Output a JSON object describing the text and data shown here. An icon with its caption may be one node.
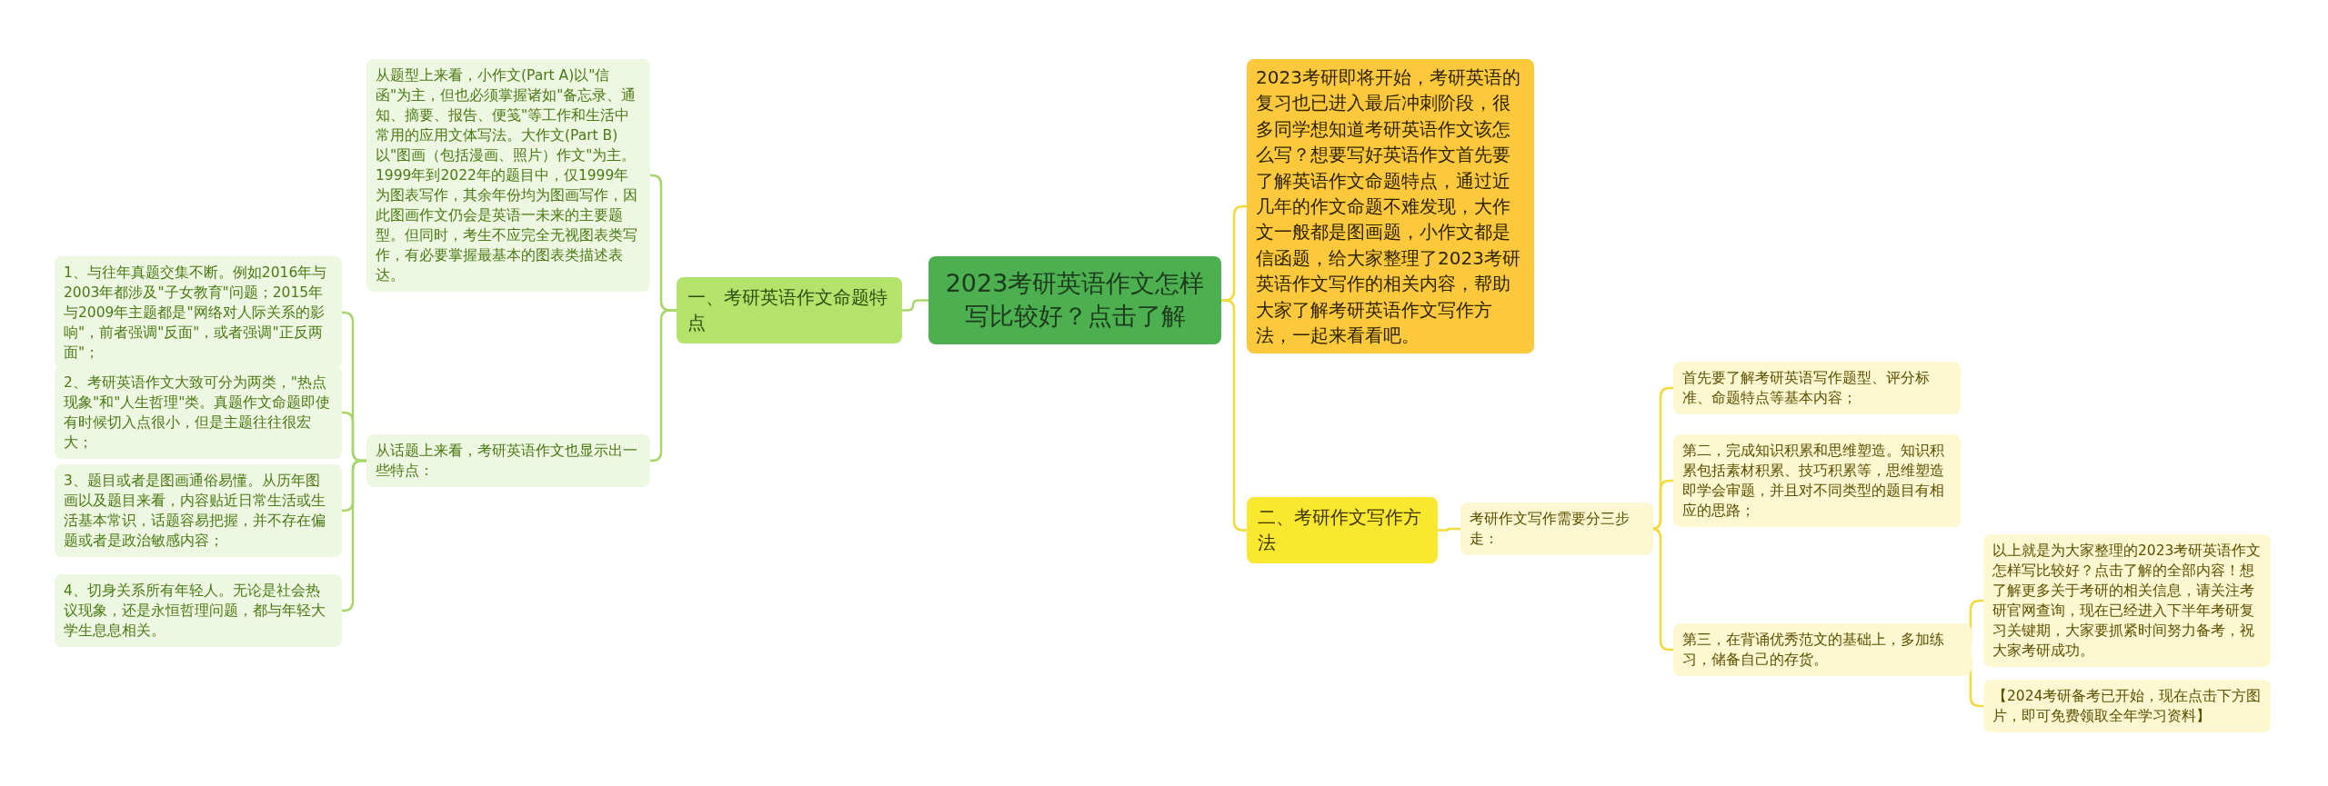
{
  "diagram": {
    "nodes": [
      {
        "text": [
          "2023考研英语作文怎样写比较好？点击了解"
        ]
      },
      {
        "text": [
          "2023考研即将开始，考研英语的复习也已进入最后冲刺阶段，很多同学想知道考研英语作文该怎么写？想要写好英语作文首先要了解英语作文命题特点，通过近几年的作文命题不难发现，大作文一般都是图画题，小作文都是信函题，给大家整理了2023考研英语作文写作的相关内容，帮助大家了解考研英语作文写作方法，一起来看看吧。"
        ]
      },
      {
        "text": [
          "一、考研英语作文命题特点"
        ]
      },
      {
        "text": [
          "从题型上来看，小作文(Part A)以\"信函\"为主，但也必须掌握诸如\"备忘录、通知、摘要、报告、便笺\"等工作和生活中常用的应用文体写法。大作文(Part B)以\"图画（包括漫画、照片）作文\"为主。1999年到2022年的题目中，仅1999年为图表写作，其余年份均为图画写作，因此图画作文仍会是英语一未来的主要题型。但同时，考生不应完全无视图表类写作，有必要掌握最基本的图表类描述表达。"
        ]
      },
      {
        "text": [
          "从话题上来看，考研英语作文也显示出一些特点："
        ]
      },
      {
        "text": [
          "1、与往年真题交集不断。例如2016年与2003年都涉及\"子女教育\"问题；2015年与2009年主题都是\"网络对人际关系的影响\"，前者强调\"反面\"，或者强调\"正反两面\"；"
        ]
      },
      {
        "text": [
          "2、考研英语作文大致可分为两类，\"热点现象\"和\"人生哲理\"类。真题作文命题即使有时候切入点很小，但是主题往往很宏大；"
        ]
      },
      {
        "text": [
          "3、题目或者是图画通俗易懂。从历年图画以及题目来看，内容贴近日常生活或生活基本常识，话题容易把握，并不存在偏题或者是政治敏感内容；"
        ]
      },
      {
        "text": [
          "4、切身关系所有年轻人。无论是社会热议现象，还是永恒哲理问题，都与年轻大学生息息相关。"
        ]
      },
      {
        "text": [
          "二、考研作文写作方法"
        ]
      },
      {
        "text": [
          "考研作文写作需要分三步走："
        ]
      },
      {
        "text": [
          "首先要了解考研英语写作题型、评分标准、命题特点等基本内容；"
        ]
      },
      {
        "text": [
          "第二，完成知识积累和思维塑造。知识积累包括素材积累、技巧积累等，思维塑造即学会审题，并且对不同类型的题目有相应的思路；"
        ]
      },
      {
        "text": [
          "第三，在背诵优秀范文的基础上，多加练习，储备自己的存货。"
        ]
      },
      {
        "text": [
          "以上就是为大家整理的2023考研英语作文怎样写比较好？点击了解的全部内容！想了解更多关于考研的相关信息，请关注考研官网查询，现在已经进入下半年考研复习关键期，大家要抓紧时间努力备考，祝大家考研成功。"
        ]
      },
      {
        "text": [
          "【2024考研备考已开始，现在点击下方图片，即可免费领取全年学习资料】"
        ]
      }
    ],
    "edges": [
      {
        "from": 0,
        "to": 1,
        "arrow": "none"
      },
      {
        "from": 0,
        "to": 2,
        "arrow": "none",
        "color": "#a8d66a"
      },
      {
        "from": 2,
        "to": 3,
        "arrow": "none",
        "color": "#a8d66a"
      },
      {
        "from": 2,
        "to": 4,
        "arrow": "none",
        "color": "#a8d66a"
      },
      {
        "from": 4,
        "to": 5,
        "arrow": "none",
        "color": "#a8d66a"
      },
      {
        "from": 4,
        "to": 6,
        "arrow": "none",
        "color": "#a8d66a"
      },
      {
        "from": 4,
        "to": 7,
        "arrow": "none",
        "color": "#a8d66a"
      },
      {
        "from": 4,
        "to": 8,
        "arrow": "none",
        "color": "#a8d66a"
      },
      {
        "from": 0,
        "to": 9,
        "arrow": "none"
      },
      {
        "from": 9,
        "to": 10,
        "arrow": "none"
      },
      {
        "from": 10,
        "to": 11,
        "arrow": "none"
      },
      {
        "from": 10,
        "to": 12,
        "arrow": "none"
      },
      {
        "from": 10,
        "to": 13,
        "arrow": "none"
      },
      {
        "from": 13,
        "to": 14,
        "arrow": "none"
      },
      {
        "from": 13,
        "to": 15,
        "arrow": "none"
      }
    ]
  }
}
